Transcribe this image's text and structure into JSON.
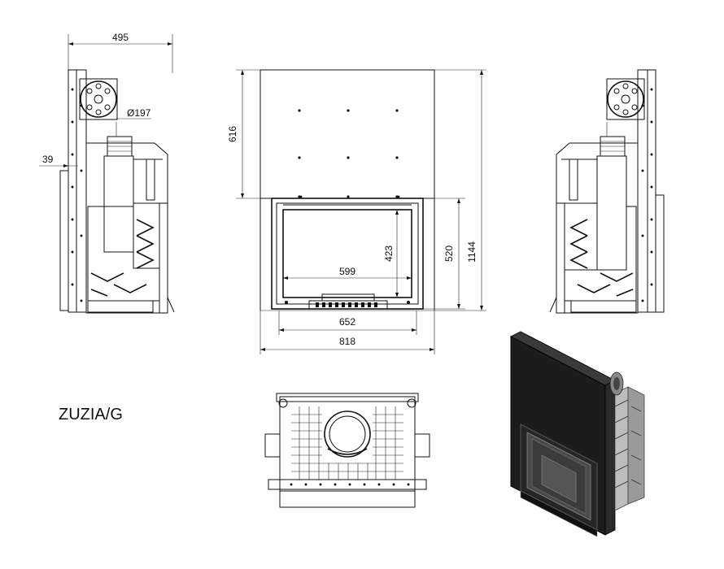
{
  "title": "ZUZIA/G",
  "dims": {
    "side_width": "495",
    "flue_diameter": "Ø197",
    "rear_offset": "39",
    "top_height": "616",
    "glass_height": "423",
    "door_height": "520",
    "total_height": "1144",
    "glass_width": "599",
    "door_width": "652",
    "total_width": "818"
  },
  "colors": {
    "line": "#111111",
    "dark_body": "#1a1a1a"
  }
}
